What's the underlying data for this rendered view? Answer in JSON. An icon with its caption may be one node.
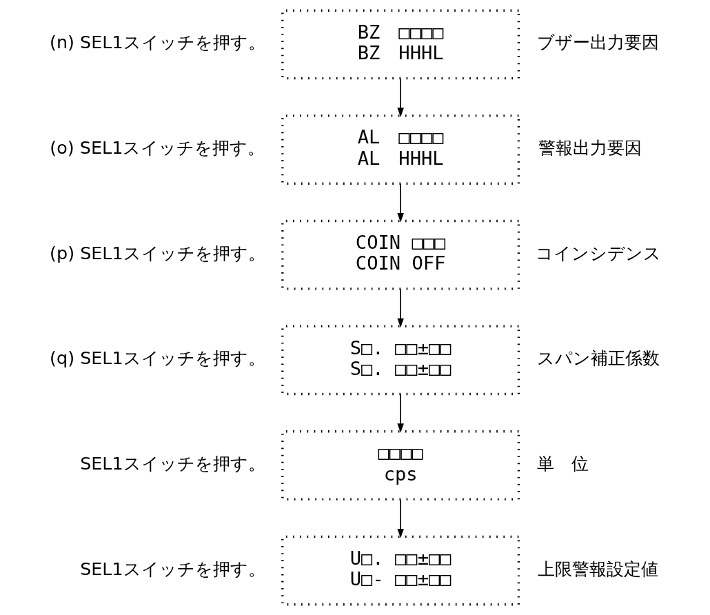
{
  "diagram": {
    "nodes": [
      {
        "text": [
          "BZ　□□□□",
          "BZ　HHHL"
        ],
        "beside": [
          "(n) SEL1スイッチを押す。",
          "ブザー出力要因"
        ]
      },
      {
        "text": [
          "AL　□□□□",
          "AL　HHHL"
        ],
        "beside": [
          "(o) SEL1スイッチを押す。",
          "警報出力要因"
        ]
      },
      {
        "text": [
          "COIN □□□",
          "COIN OFF"
        ],
        "beside": [
          "(p) SEL1スイッチを押す。",
          "コインシデンス"
        ]
      },
      {
        "text": [
          "S□. □□±□□",
          "S□. □□±□□"
        ],
        "beside": [
          "(q) SEL1スイッチを押す。",
          "スパン補正係数"
        ]
      },
      {
        "text": [
          "□□□□",
          "cps"
        ],
        "beside": [
          "SEL1スイッチを押す。",
          "単　位"
        ]
      },
      {
        "text": [
          "U□. □□±□□",
          "U□- □□±□□"
        ],
        "beside": [
          "SEL1スイッチを押す。",
          "上限警報設定値"
        ]
      }
    ],
    "edges": [
      {
        "from": 0,
        "to": 1,
        "arrow": "to"
      },
      {
        "from": 1,
        "to": 2,
        "arrow": "to"
      },
      {
        "from": 2,
        "to": 3,
        "arrow": "to"
      },
      {
        "from": 3,
        "to": 4,
        "arrow": "to"
      },
      {
        "from": 4,
        "to": 5,
        "arrow": "to"
      }
    ]
  }
}
